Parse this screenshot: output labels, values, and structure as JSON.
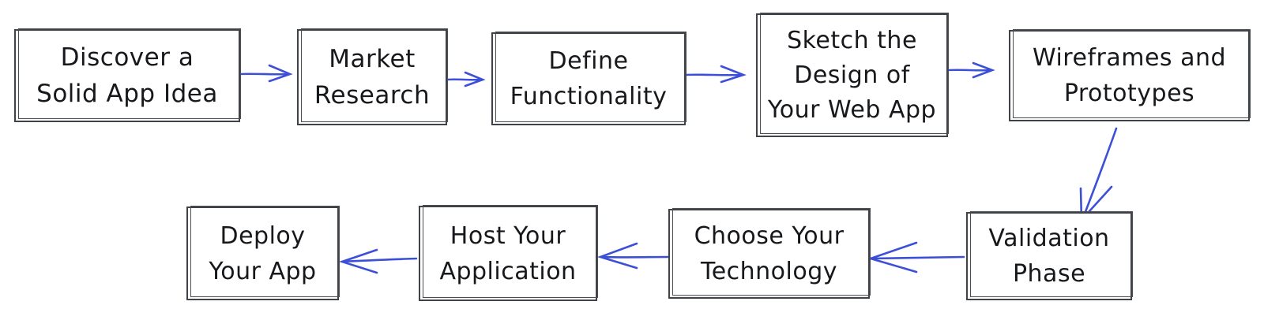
{
  "diagram": {
    "accent_color": "#3c4fd6",
    "steps": [
      {
        "id": "s1",
        "label": "Discover a\nSolid App Idea"
      },
      {
        "id": "s2",
        "label": "Market\nResearch"
      },
      {
        "id": "s3",
        "label": "Define\nFunctionality"
      },
      {
        "id": "s4",
        "label": "Sketch the\nDesign of\nYour Web App"
      },
      {
        "id": "s5",
        "label": "Wireframes and\nPrototypes"
      },
      {
        "id": "s6",
        "label": "Validation\nPhase"
      },
      {
        "id": "s7",
        "label": "Choose Your\nTechnology"
      },
      {
        "id": "s8",
        "label": "Host Your\nApplication"
      },
      {
        "id": "s9",
        "label": "Deploy\nYour App"
      }
    ],
    "flow": [
      [
        "s1",
        "s2"
      ],
      [
        "s2",
        "s3"
      ],
      [
        "s3",
        "s4"
      ],
      [
        "s4",
        "s5"
      ],
      [
        "s5",
        "s6"
      ],
      [
        "s6",
        "s7"
      ],
      [
        "s7",
        "s8"
      ],
      [
        "s8",
        "s9"
      ]
    ]
  }
}
